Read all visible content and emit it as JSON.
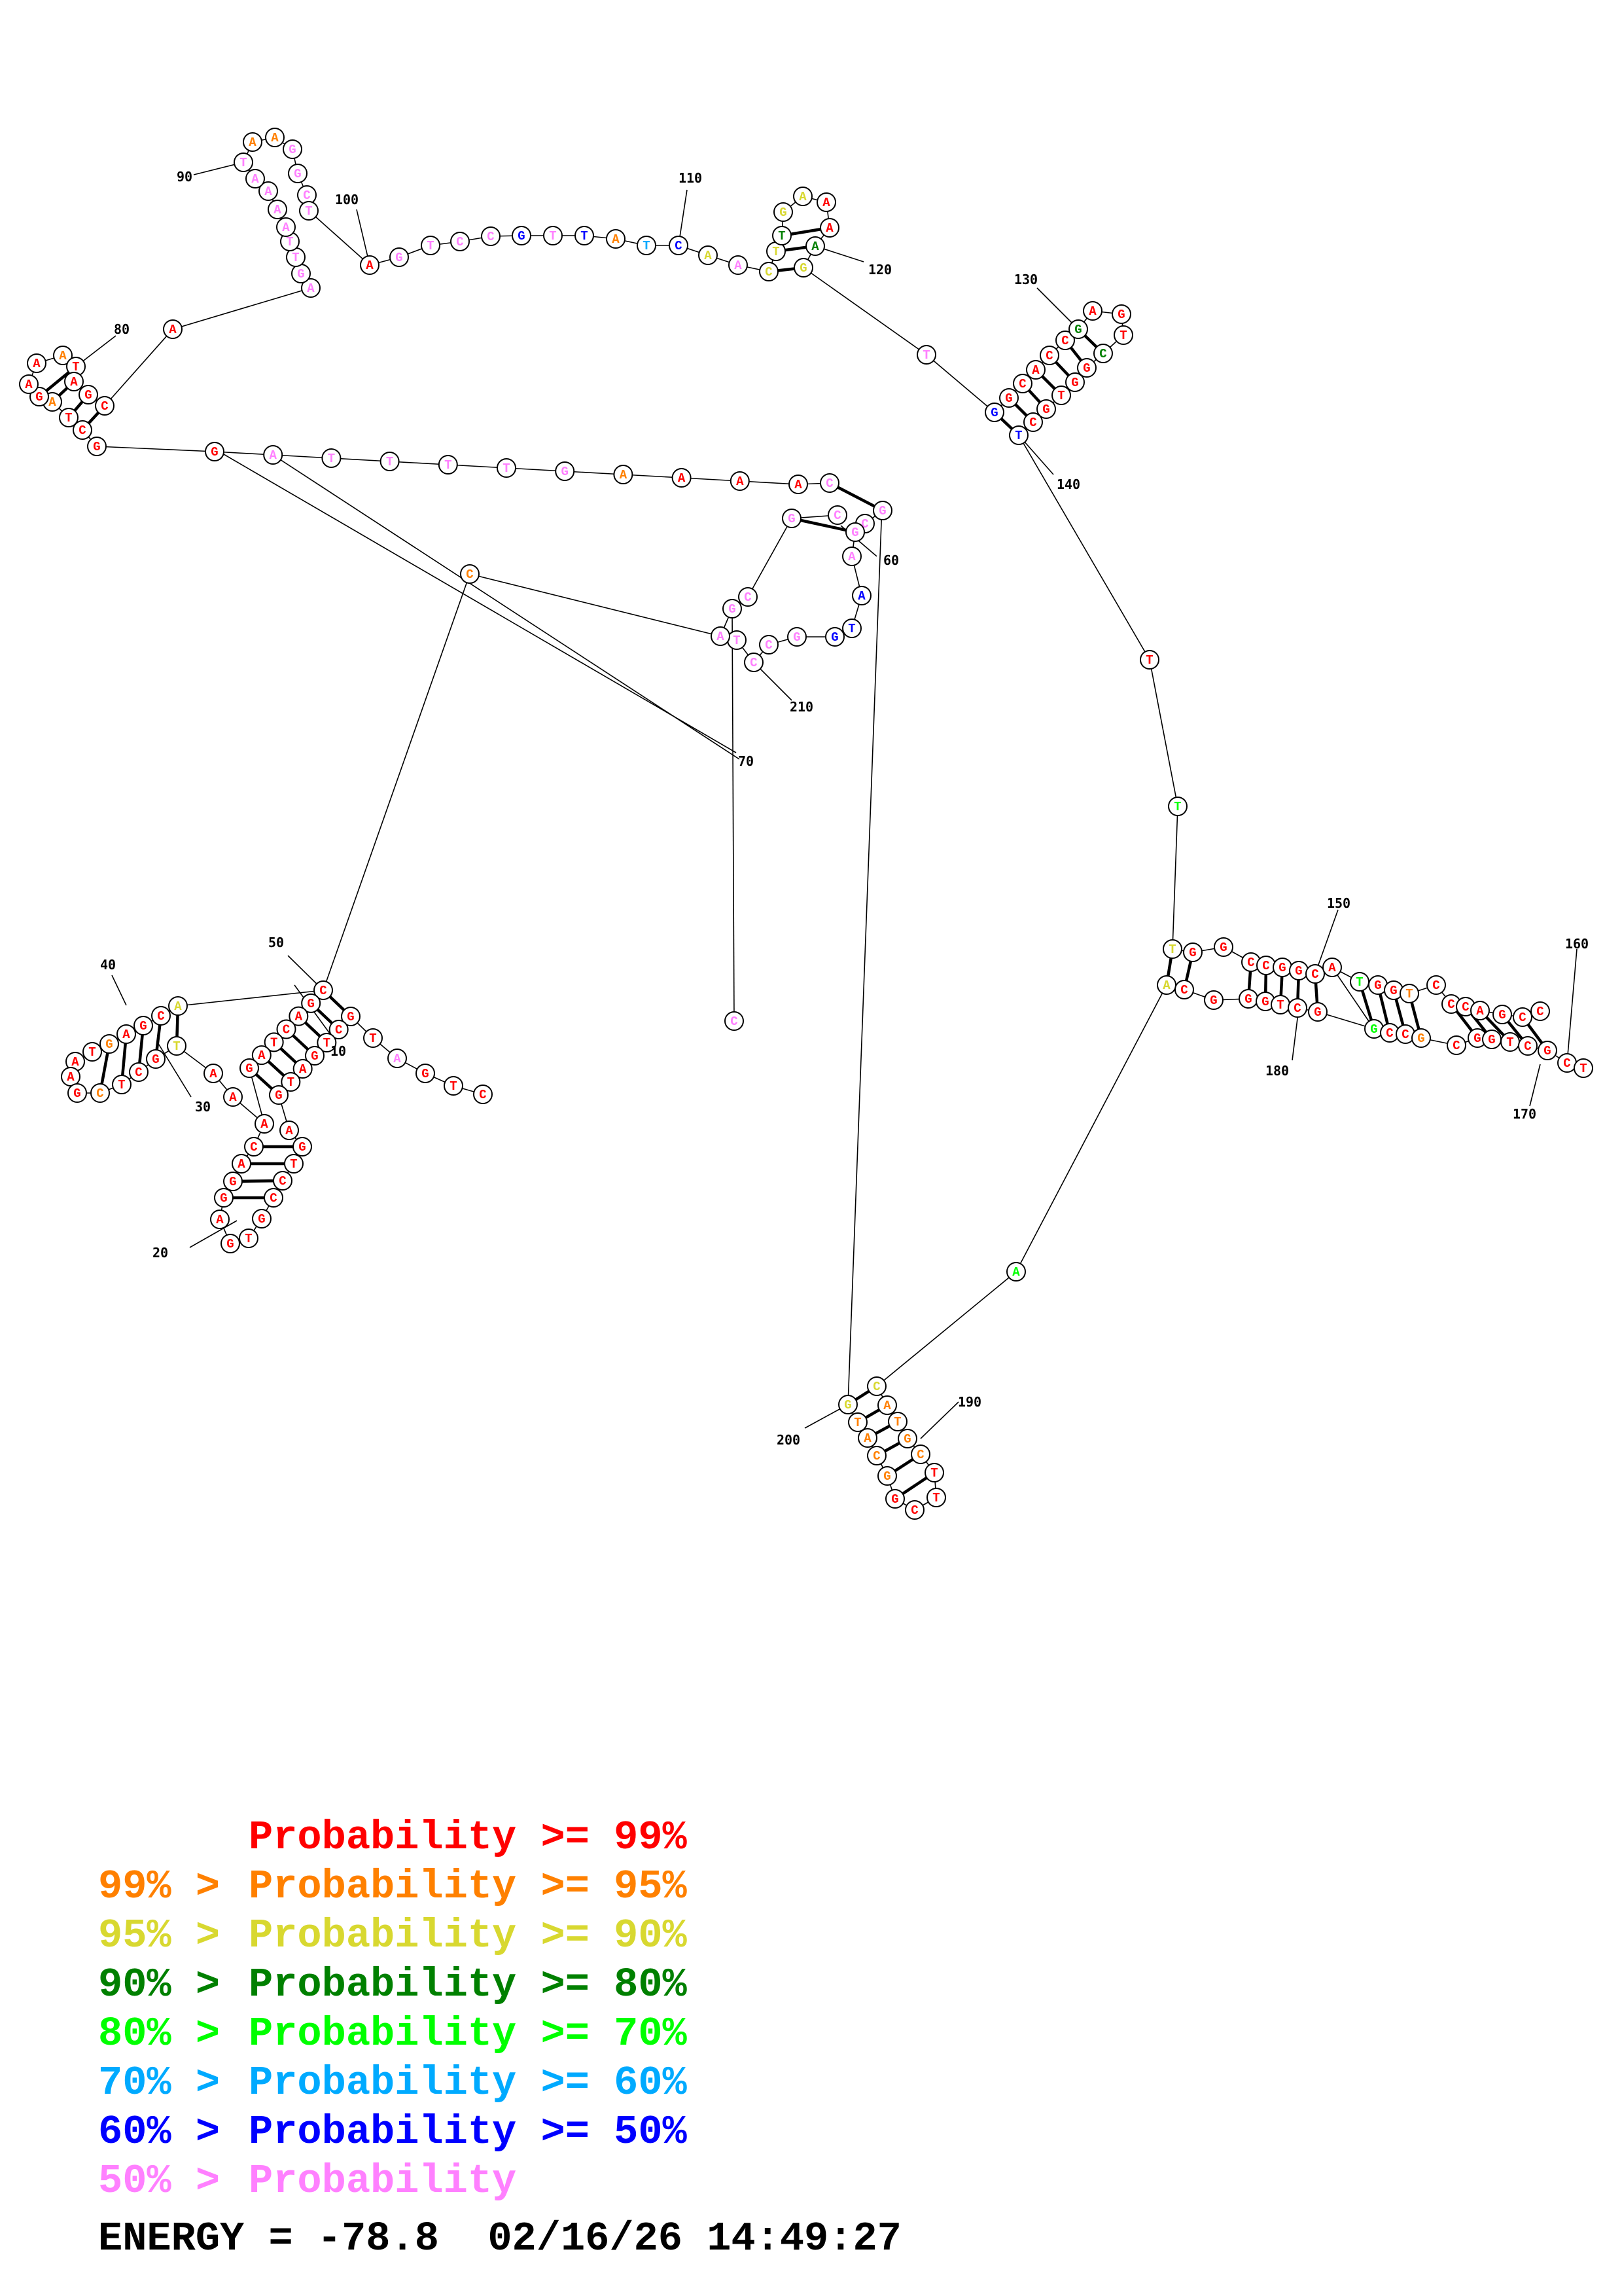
{
  "colors": {
    "p99": "#ff0000",
    "p95": "#ff8000",
    "p90": "#d8d830",
    "p80": "#008000",
    "p70": "#00ff00",
    "p60": "#00aaff",
    "p50": "#0000ff",
    "plow": "#ff80ff"
  },
  "legend": [
    {
      "prefix": "",
      "label": "Probability",
      "suffix": ">= 99%",
      "color_key": "p99"
    },
    {
      "prefix": "99% >",
      "label": "Probability",
      "suffix": ">= 95%",
      "color_key": "p95"
    },
    {
      "prefix": "95% >",
      "label": "Probability",
      "suffix": ">= 90%",
      "color_key": "p90"
    },
    {
      "prefix": "90% >",
      "label": "Probability",
      "suffix": ">= 80%",
      "color_key": "p80"
    },
    {
      "prefix": "80% >",
      "label": "Probability",
      "suffix": ">= 70%",
      "color_key": "p70"
    },
    {
      "prefix": "70% >",
      "label": "Probability",
      "suffix": ">= 60%",
      "color_key": "p60"
    },
    {
      "prefix": "60% >",
      "label": "Probability",
      "suffix": ">= 50%",
      "color_key": "p50"
    },
    {
      "prefix": "50% >",
      "label": "Probability",
      "suffix": "",
      "color_key": "plow"
    }
  ],
  "footer": {
    "energy_label": "ENERGY =",
    "energy_value": "-78.8",
    "date": "02/16/26",
    "time": "14:49:27"
  },
  "position_labels": [
    "10",
    "20",
    "30",
    "40",
    "50",
    "60",
    "70",
    "80",
    "90",
    "100",
    "110",
    "120",
    "130",
    "140",
    "150",
    "160",
    "170",
    "180",
    "190",
    "200",
    "210"
  ],
  "structure": {
    "stem_5prime": {
      "bases": "CGACTAG",
      "colors": [
        "p99",
        "p99",
        "p99",
        "p99",
        "p99",
        "p99",
        "p99"
      ],
      "tail": "TAGTC",
      "tail_colors": [
        "p99",
        "plow",
        "p99",
        "p99",
        "p99"
      ]
    },
    "stem_5prime_partner": {
      "bases": "GCTGATG",
      "colors": [
        "p99",
        "p99",
        "p99",
        "p99",
        "p99",
        "p99",
        "p99"
      ]
    },
    "hairpin_20": {
      "bases": "ACAGGAGTGCCTGA",
      "colors": [
        "p99",
        "p99",
        "p99",
        "p99",
        "p99",
        "p99",
        "p99",
        "p99",
        "p99",
        "p99",
        "p99",
        "p99",
        "p99",
        "p99"
      ]
    },
    "link_30": {
      "bases": "AA",
      "colors": [
        "p99",
        "p99"
      ]
    },
    "hairpin_40": {
      "bases": "ACGAGTAAGCTCGT",
      "colors": [
        "p90",
        "p99",
        "p99",
        "p99",
        "p95",
        "p99",
        "p99",
        "p99",
        "p99",
        "p95",
        "p99",
        "p99",
        "p99",
        "p90"
      ]
    },
    "link_50_to_210": {
      "bases": "C",
      "colors": [
        "p95"
      ]
    },
    "multiloop_60": {
      "bases": "CGCGAATGGCCTAGCGC",
      "colors": [
        "plow",
        "plow",
        "plow",
        "plow",
        "plow",
        "p50",
        "p50",
        "p50",
        "plow",
        "plow",
        "plow",
        "plow",
        "plow",
        "plow",
        "plow",
        "plow",
        "plow"
      ]
    },
    "strand_70": {
      "bases": "AAAAGTTTTAG",
      "colors": [
        "p99",
        "p99",
        "p99",
        "p95",
        "plow",
        "plow",
        "plow",
        "plow",
        "plow",
        "plow",
        "p99"
      ]
    },
    "hairpin_80": {
      "bases": "GCTAGAAATAGC",
      "colors": [
        "p99",
        "p99",
        "p99",
        "p95",
        "p99",
        "p99",
        "p99",
        "p95",
        "p99",
        "p99",
        "p99",
        "p99"
      ]
    },
    "link_85": {
      "bases": "A",
      "colors": [
        "p99"
      ]
    },
    "hairpin_90": {
      "bases": "AGTTAAAATAAGGCT",
      "colors": [
        "plow",
        "plow",
        "plow",
        "plow",
        "plow",
        "plow",
        "plow",
        "plow",
        "plow",
        "p95",
        "p95",
        "plow",
        "plow",
        "plow",
        "plow"
      ]
    },
    "arc_100_110": {
      "bases": "AGTCCGTTATCAA",
      "colors": [
        "p99",
        "plow",
        "plow",
        "plow",
        "plow",
        "p50",
        "plow",
        "p50",
        "p95",
        "p60",
        "p50",
        "p90",
        "plow"
      ]
    },
    "hairpin_120": {
      "bases": "CTTGAAAAG",
      "colors": [
        "p90",
        "p90",
        "p80",
        "p90",
        "p90",
        "p99",
        "p99",
        "p80",
        "p90"
      ]
    },
    "link_125": {
      "bases": "T",
      "colors": [
        "plow"
      ]
    },
    "hairpin_130": {
      "bases": "GGCACCGAGTCGGTGCT",
      "colors": [
        "p50",
        "p99",
        "p99",
        "p99",
        "p99",
        "p99",
        "p80",
        "p99",
        "p99",
        "p99",
        "p80",
        "p99",
        "p99",
        "p99",
        "p99",
        "p99",
        "p50"
      ]
    },
    "link_145": {
      "bases": "TT",
      "colors": [
        "p99",
        "p70"
      ]
    },
    "helix_150_upper": {
      "bases": "TGGCCGGCATGGTCCCAGCC",
      "colors": [
        "p90",
        "p99",
        "p99",
        "p99",
        "p99",
        "p99",
        "p99",
        "p99",
        "p99",
        "p70",
        "p99",
        "p99",
        "p95",
        "p99",
        "p99",
        "p99",
        "p99",
        "p99",
        "p99",
        "p99"
      ]
    },
    "helix_150_lower": {
      "bases": "ACGGGTCGGCCGCGGTCGCT",
      "colors": [
        "p90",
        "p99",
        "p99",
        "p99",
        "p99",
        "p99",
        "p99",
        "p99",
        "p70",
        "p99",
        "p99",
        "p95",
        "p99",
        "p99",
        "p99",
        "p99",
        "p99",
        "p99",
        "p99",
        "p99"
      ]
    },
    "link_185": {
      "bases": "A",
      "colors": [
        "p70"
      ]
    },
    "hairpin_190": {
      "bases": "CATGCTTCGGCATG",
      "colors": [
        "p90",
        "p95",
        "p95",
        "p95",
        "p95",
        "p99",
        "p99",
        "p99",
        "p99",
        "p95",
        "p95",
        "p95",
        "p95",
        "p90"
      ]
    },
    "tail_3prime": {
      "bases": "C",
      "colors": [
        "plow"
      ]
    }
  }
}
